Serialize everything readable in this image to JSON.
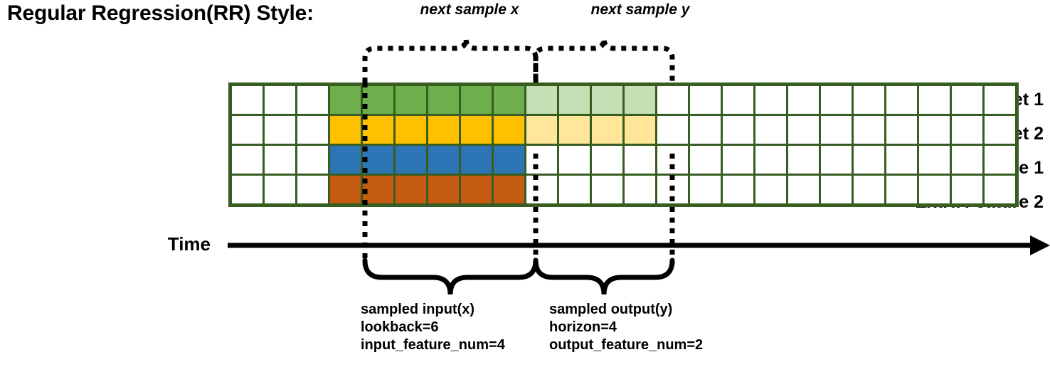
{
  "title": "Regular Regression(RR) Style:",
  "colors": {
    "grid_border": "#375D20",
    "dark_green": "#6EAE4C",
    "light_green": "#C5E0B4",
    "dark_yellow": "#FFC000",
    "light_yellow": "#FFE699",
    "blue": "#2E75B6",
    "orange": "#C55A11",
    "empty": "#FFFFFF",
    "ink": "#000000"
  },
  "top_annotations": {
    "next_sample_x": "next sample x",
    "next_sample_y": "next sample y"
  },
  "rows": [
    {
      "label": "Target 1",
      "cells": [
        "empty",
        "empty",
        "empty",
        "dark_green",
        "dark_green",
        "dark_green",
        "dark_green",
        "dark_green",
        "dark_green",
        "light_green",
        "light_green",
        "light_green",
        "light_green",
        "empty",
        "empty",
        "empty",
        "empty",
        "empty",
        "empty",
        "empty",
        "empty",
        "empty",
        "empty",
        "empty"
      ]
    },
    {
      "label": "Target 2",
      "cells": [
        "empty",
        "empty",
        "empty",
        "dark_yellow",
        "dark_yellow",
        "dark_yellow",
        "dark_yellow",
        "dark_yellow",
        "dark_yellow",
        "light_yellow",
        "light_yellow",
        "light_yellow",
        "light_yellow",
        "empty",
        "empty",
        "empty",
        "empty",
        "empty",
        "empty",
        "empty",
        "empty",
        "empty",
        "empty",
        "empty"
      ]
    },
    {
      "label": "Extra Feature 1",
      "cells": [
        "empty",
        "empty",
        "empty",
        "blue",
        "blue",
        "blue",
        "blue",
        "blue",
        "blue",
        "empty",
        "empty",
        "empty",
        "empty",
        "empty",
        "empty",
        "empty",
        "empty",
        "empty",
        "empty",
        "empty",
        "empty",
        "empty",
        "empty",
        "empty"
      ]
    },
    {
      "label": "Extra Feature 2",
      "cells": [
        "empty",
        "empty",
        "empty",
        "orange",
        "orange",
        "orange",
        "orange",
        "orange",
        "orange",
        "empty",
        "empty",
        "empty",
        "empty",
        "empty",
        "empty",
        "empty",
        "empty",
        "empty",
        "empty",
        "empty",
        "empty",
        "empty",
        "empty",
        "empty"
      ]
    }
  ],
  "axis": {
    "time_label": "Time"
  },
  "bottom_annotations": {
    "input": {
      "line1": "sampled input(x)",
      "line2": "lookback=6",
      "line3": "input_feature_num=4"
    },
    "output": {
      "line1": "sampled output(y)",
      "line2": "horizon=4",
      "line3": "output_feature_num=2"
    }
  },
  "chart_data": {
    "type": "table",
    "title": "Regular Regression(RR) Style:",
    "columns": 24,
    "row_names": [
      "Target 1",
      "Target 2",
      "Extra Feature 1",
      "Extra Feature 2"
    ],
    "lookback": 6,
    "horizon": 4,
    "input_feature_num": 4,
    "output_feature_num": 2,
    "input_window_columns": [
      3,
      4,
      5,
      6,
      7,
      8
    ],
    "output_window_columns": [
      9,
      10,
      11,
      12
    ],
    "annotations": [
      "next sample x",
      "next sample y",
      "sampled input(x)",
      "sampled output(y)"
    ]
  }
}
